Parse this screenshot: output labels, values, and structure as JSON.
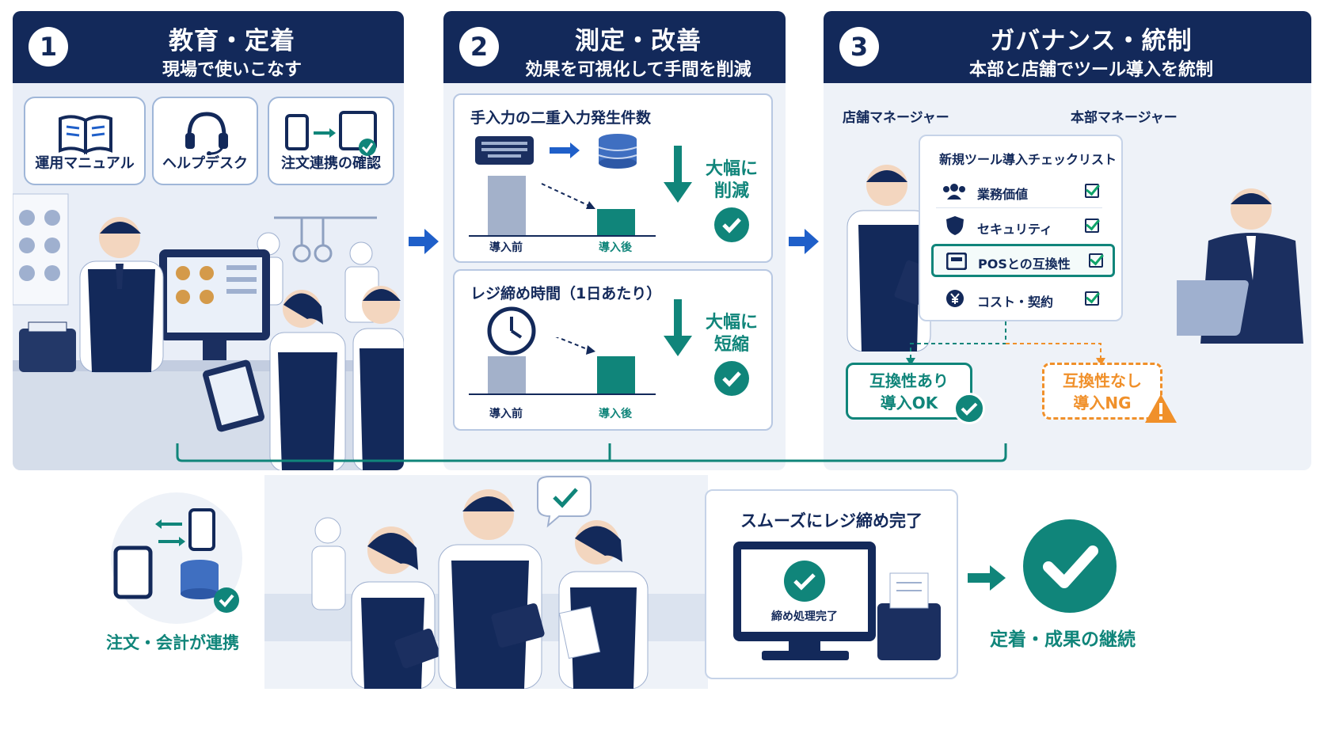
{
  "panel1": {
    "number": "1",
    "title": "教育・定着",
    "subtitle": "現場で使いこなす",
    "bubbles": [
      "運用マニュアル",
      "ヘルプデスク",
      "注文連携の確認"
    ]
  },
  "panel2": {
    "number": "2",
    "title": "測定・改善",
    "subtitle": "効果を可視化して手間を削減",
    "card1": {
      "title": "手入力の二重入力発生件数",
      "message": "大幅に\n削減",
      "before": "導入前",
      "after": "導入後"
    },
    "card2": {
      "title": "レジ締め時間（1日あたり）",
      "message": "大幅に\n短縮",
      "before": "導入前",
      "after": "導入後"
    }
  },
  "panel3": {
    "number": "3",
    "title": "ガバナンス・統制",
    "subtitle": "本部と店舗でツール導入を統制",
    "role_store": "店舗マネージャー",
    "role_hq": "本部マネージャー",
    "checklist_title": "新規ツール導入チェックリスト",
    "checklist_items": [
      "業務価値",
      "セキュリティ",
      "POSとの互換性",
      "コスト・契約"
    ],
    "result_ok": "互換性あり\n導入OK",
    "result_ng": "互換性なし\n導入NG"
  },
  "bottom": {
    "integration_label": "注文・会計が連携",
    "register_title": "スムーズにレジ締め完了",
    "screen_text": "締め処理完了",
    "final_label": "定着・成果の継続"
  },
  "colors": {
    "navy": "#13295a",
    "teal": "#10857a",
    "blue": "#1f5fc9",
    "orange": "#f0902a"
  },
  "chart_data": [
    {
      "type": "bar",
      "title": "手入力の二重入力発生件数",
      "categories": [
        "導入前",
        "導入後"
      ]
    },
    {
      "type": "bar",
      "title": "レジ締め時間（1日あたり）",
      "categories": [
        "導入前",
        "導入後"
      ]
    }
  ]
}
